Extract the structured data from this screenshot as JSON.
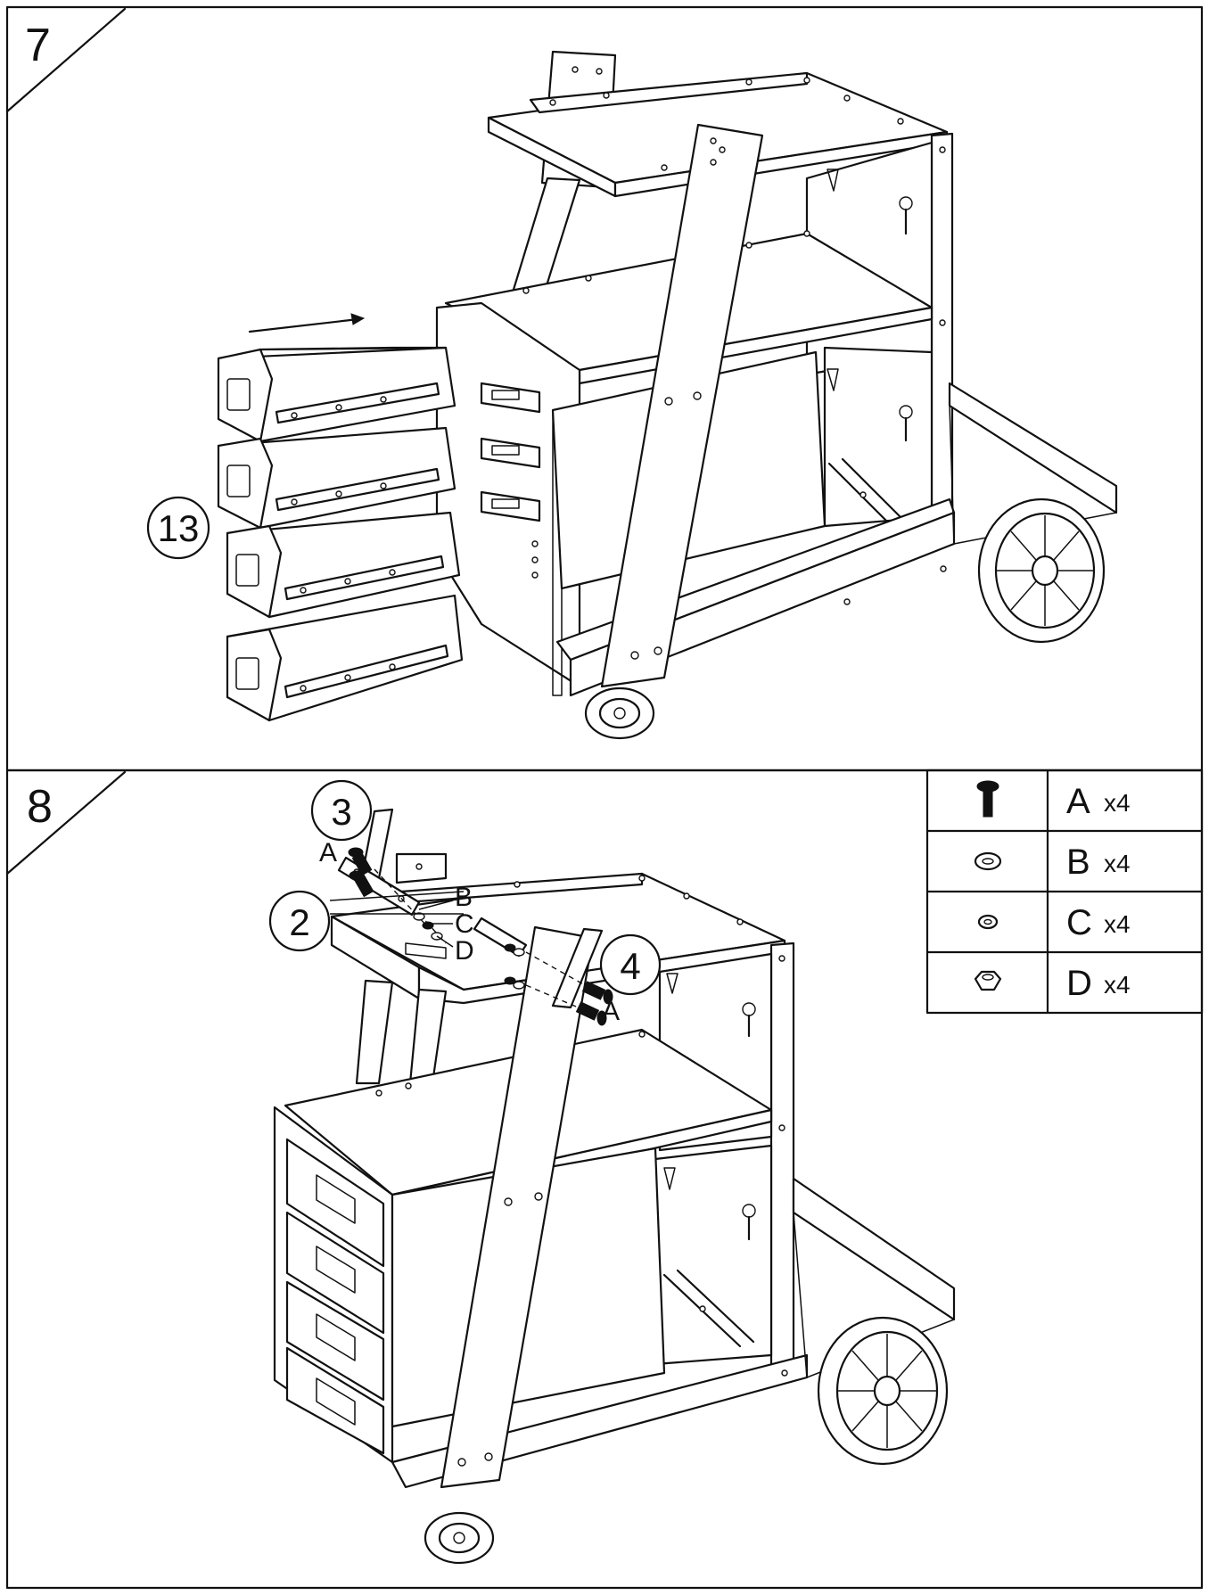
{
  "step7": {
    "step_number": "7",
    "callout_drawers": "13"
  },
  "step8": {
    "step_number": "8",
    "callout_top_shelf": "2",
    "callout_left_bracket": "3",
    "callout_right_bracket": "4",
    "fastener_labels": {
      "a_left": "A",
      "b": "B",
      "c": "C",
      "d": "D",
      "a_right": "A"
    }
  },
  "parts_table": [
    {
      "icon": "bolt-icon",
      "letter": "A",
      "qty": "x4"
    },
    {
      "icon": "washer-icon",
      "letter": "B",
      "qty": "x4"
    },
    {
      "icon": "lock-washer-icon",
      "letter": "C",
      "qty": "x4"
    },
    {
      "icon": "hex-nut-icon",
      "letter": "D",
      "qty": "x4"
    }
  ]
}
